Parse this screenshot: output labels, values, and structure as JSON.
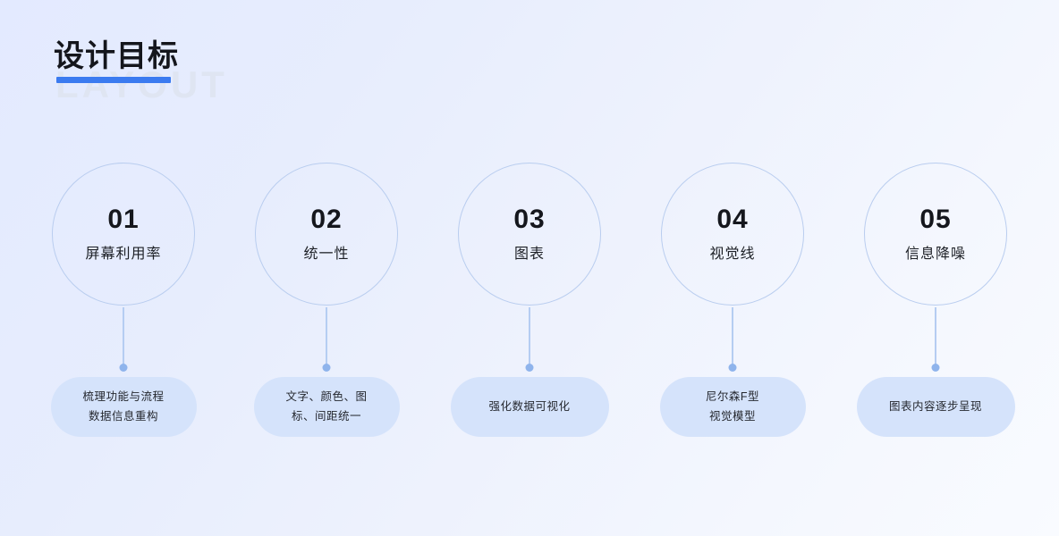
{
  "header": {
    "title": "设计目标",
    "watermark": "LAYOUT",
    "accent_color": "#3b7bf0"
  },
  "theme": {
    "background_start": "#e3eaff",
    "background_end": "#f9fbff",
    "circle_border": "#b9cdef",
    "connector_color": "#b5cdf2",
    "dot_color": "#8fb4ec",
    "card_background": "#d5e3fb",
    "text_color": "#1d2026"
  },
  "steps": [
    {
      "number": "01",
      "label": "屏幕利用率",
      "card": "梳理功能与流程\n数据信息重构",
      "card_wide": false
    },
    {
      "number": "02",
      "label": "统一性",
      "card": "文字、颜色、图\n标、间距统一",
      "card_wide": false
    },
    {
      "number": "03",
      "label": "图表",
      "card": "强化数据可视化",
      "card_wide": true
    },
    {
      "number": "04",
      "label": "视觉线",
      "card": "尼尔森F型\n视觉模型",
      "card_wide": false
    },
    {
      "number": "05",
      "label": "信息降噪",
      "card": "图表内容逐步呈现",
      "card_wide": true
    }
  ]
}
